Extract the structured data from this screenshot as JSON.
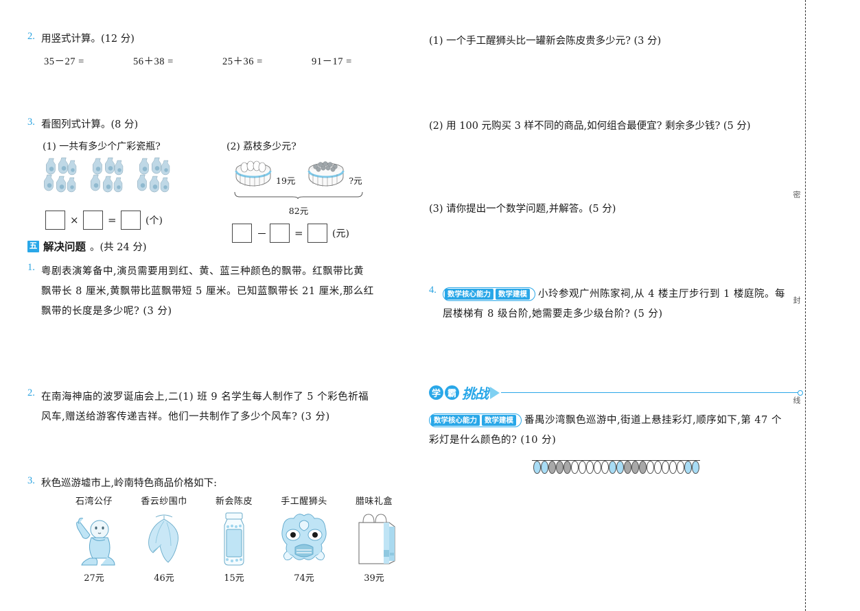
{
  "left_column": {
    "q2": {
      "number": "2.",
      "title": "用竖式计算。(12 分)",
      "items": [
        "35－27 =",
        "56＋38 =",
        "25＋36 =",
        "91－17 ="
      ]
    },
    "q3": {
      "number": "3.",
      "title": "看图列式计算。(8 分)",
      "sub1": {
        "label": "(1) 一共有多少个广彩瓷瓶?",
        "groups": 3,
        "per_group": 6,
        "equation": {
          "op1": "×",
          "op2": "=",
          "unit": "(个)"
        }
      },
      "sub2": {
        "label": "(2) 荔枝多少元?",
        "basket1_price": "19元",
        "basket2_price": "?元",
        "total": "82元",
        "equation": {
          "op1": "－",
          "op2": "=",
          "unit": "(元)"
        }
      }
    },
    "section": {
      "marker": "五",
      "title": "解决问题",
      "suffix": "。(共 24 分)"
    },
    "p1": {
      "number": "1.",
      "lines": [
        "粤剧表演筹备中,演员需要用到红、黄、蓝三种颜色的飘带。红飘带比黄",
        "飘带长 8 厘米,黄飘带比蓝飘带短 5 厘米。已知蓝飘带长 21 厘米,那么红",
        "飘带的长度是多少呢? (3 分)"
      ]
    },
    "p2": {
      "number": "2.",
      "lines": [
        "在南海神庙的波罗诞庙会上,二(1) 班 9 名学生每人制作了 5 个彩色祈福",
        "风车,赠送给游客传递吉祥。他们一共制作了多少个风车? (3 分)"
      ]
    },
    "p3": {
      "number": "3.",
      "title": "秋色巡游墟市上,岭南特色商品价格如下:",
      "products": [
        {
          "name": "石湾公仔",
          "price": "27元",
          "icon": "figurine-icon"
        },
        {
          "name": "香云纱围巾",
          "price": "46元",
          "icon": "scarf-icon"
        },
        {
          "name": "新会陈皮",
          "price": "15元",
          "icon": "jar-icon"
        },
        {
          "name": "手工醒狮头",
          "price": "74元",
          "icon": "lion-head-icon"
        },
        {
          "name": "腊味礼盒",
          "price": "39元",
          "icon": "gift-bag-icon"
        }
      ]
    }
  },
  "right_column": {
    "p3_subs": [
      "(1) 一个手工醒狮头比一罐新会陈皮贵多少元? (3 分)",
      "(2) 用 100 元购买 3 样不同的商品,如何组合最便宜? 剩余多少钱? (5 分)",
      "(3) 请你提出一个数学问题,并解答。(5 分)"
    ],
    "p4": {
      "number": "4.",
      "badges": [
        "数学核心能力",
        "数学建模"
      ],
      "lines": [
        "小玲参观广州陈家祠,从 4 楼主厅步行到 1 楼庭院。每",
        "层楼梯有 8 级台阶,她需要走多少级台阶? (5 分)"
      ]
    },
    "challenge": {
      "logo_chars": [
        "学",
        "霸"
      ],
      "logo_text": "挑战",
      "badges": [
        "数学核心能力",
        "数学建模"
      ],
      "lines": [
        "番禺沙湾飘色巡游中,街道上悬挂彩灯,顺序如下,第 47 个",
        "彩灯是什么颜色的? (10 分)"
      ],
      "lantern_pattern": [
        "blue",
        "blue",
        "gray",
        "gray",
        "gray",
        "white",
        "white",
        "white",
        "white",
        "white",
        "blue",
        "blue",
        "gray",
        "gray",
        "gray",
        "white",
        "white",
        "white",
        "white",
        "white",
        "blue",
        "blue"
      ]
    }
  },
  "seal_line": {
    "chars": [
      "密",
      "封",
      "线"
    ]
  },
  "colors": {
    "accent": "#29a7e8",
    "lantern_blue": "#a8dcf5",
    "lantern_gray": "#a8a8a8",
    "lantern_white": "#ffffff"
  }
}
